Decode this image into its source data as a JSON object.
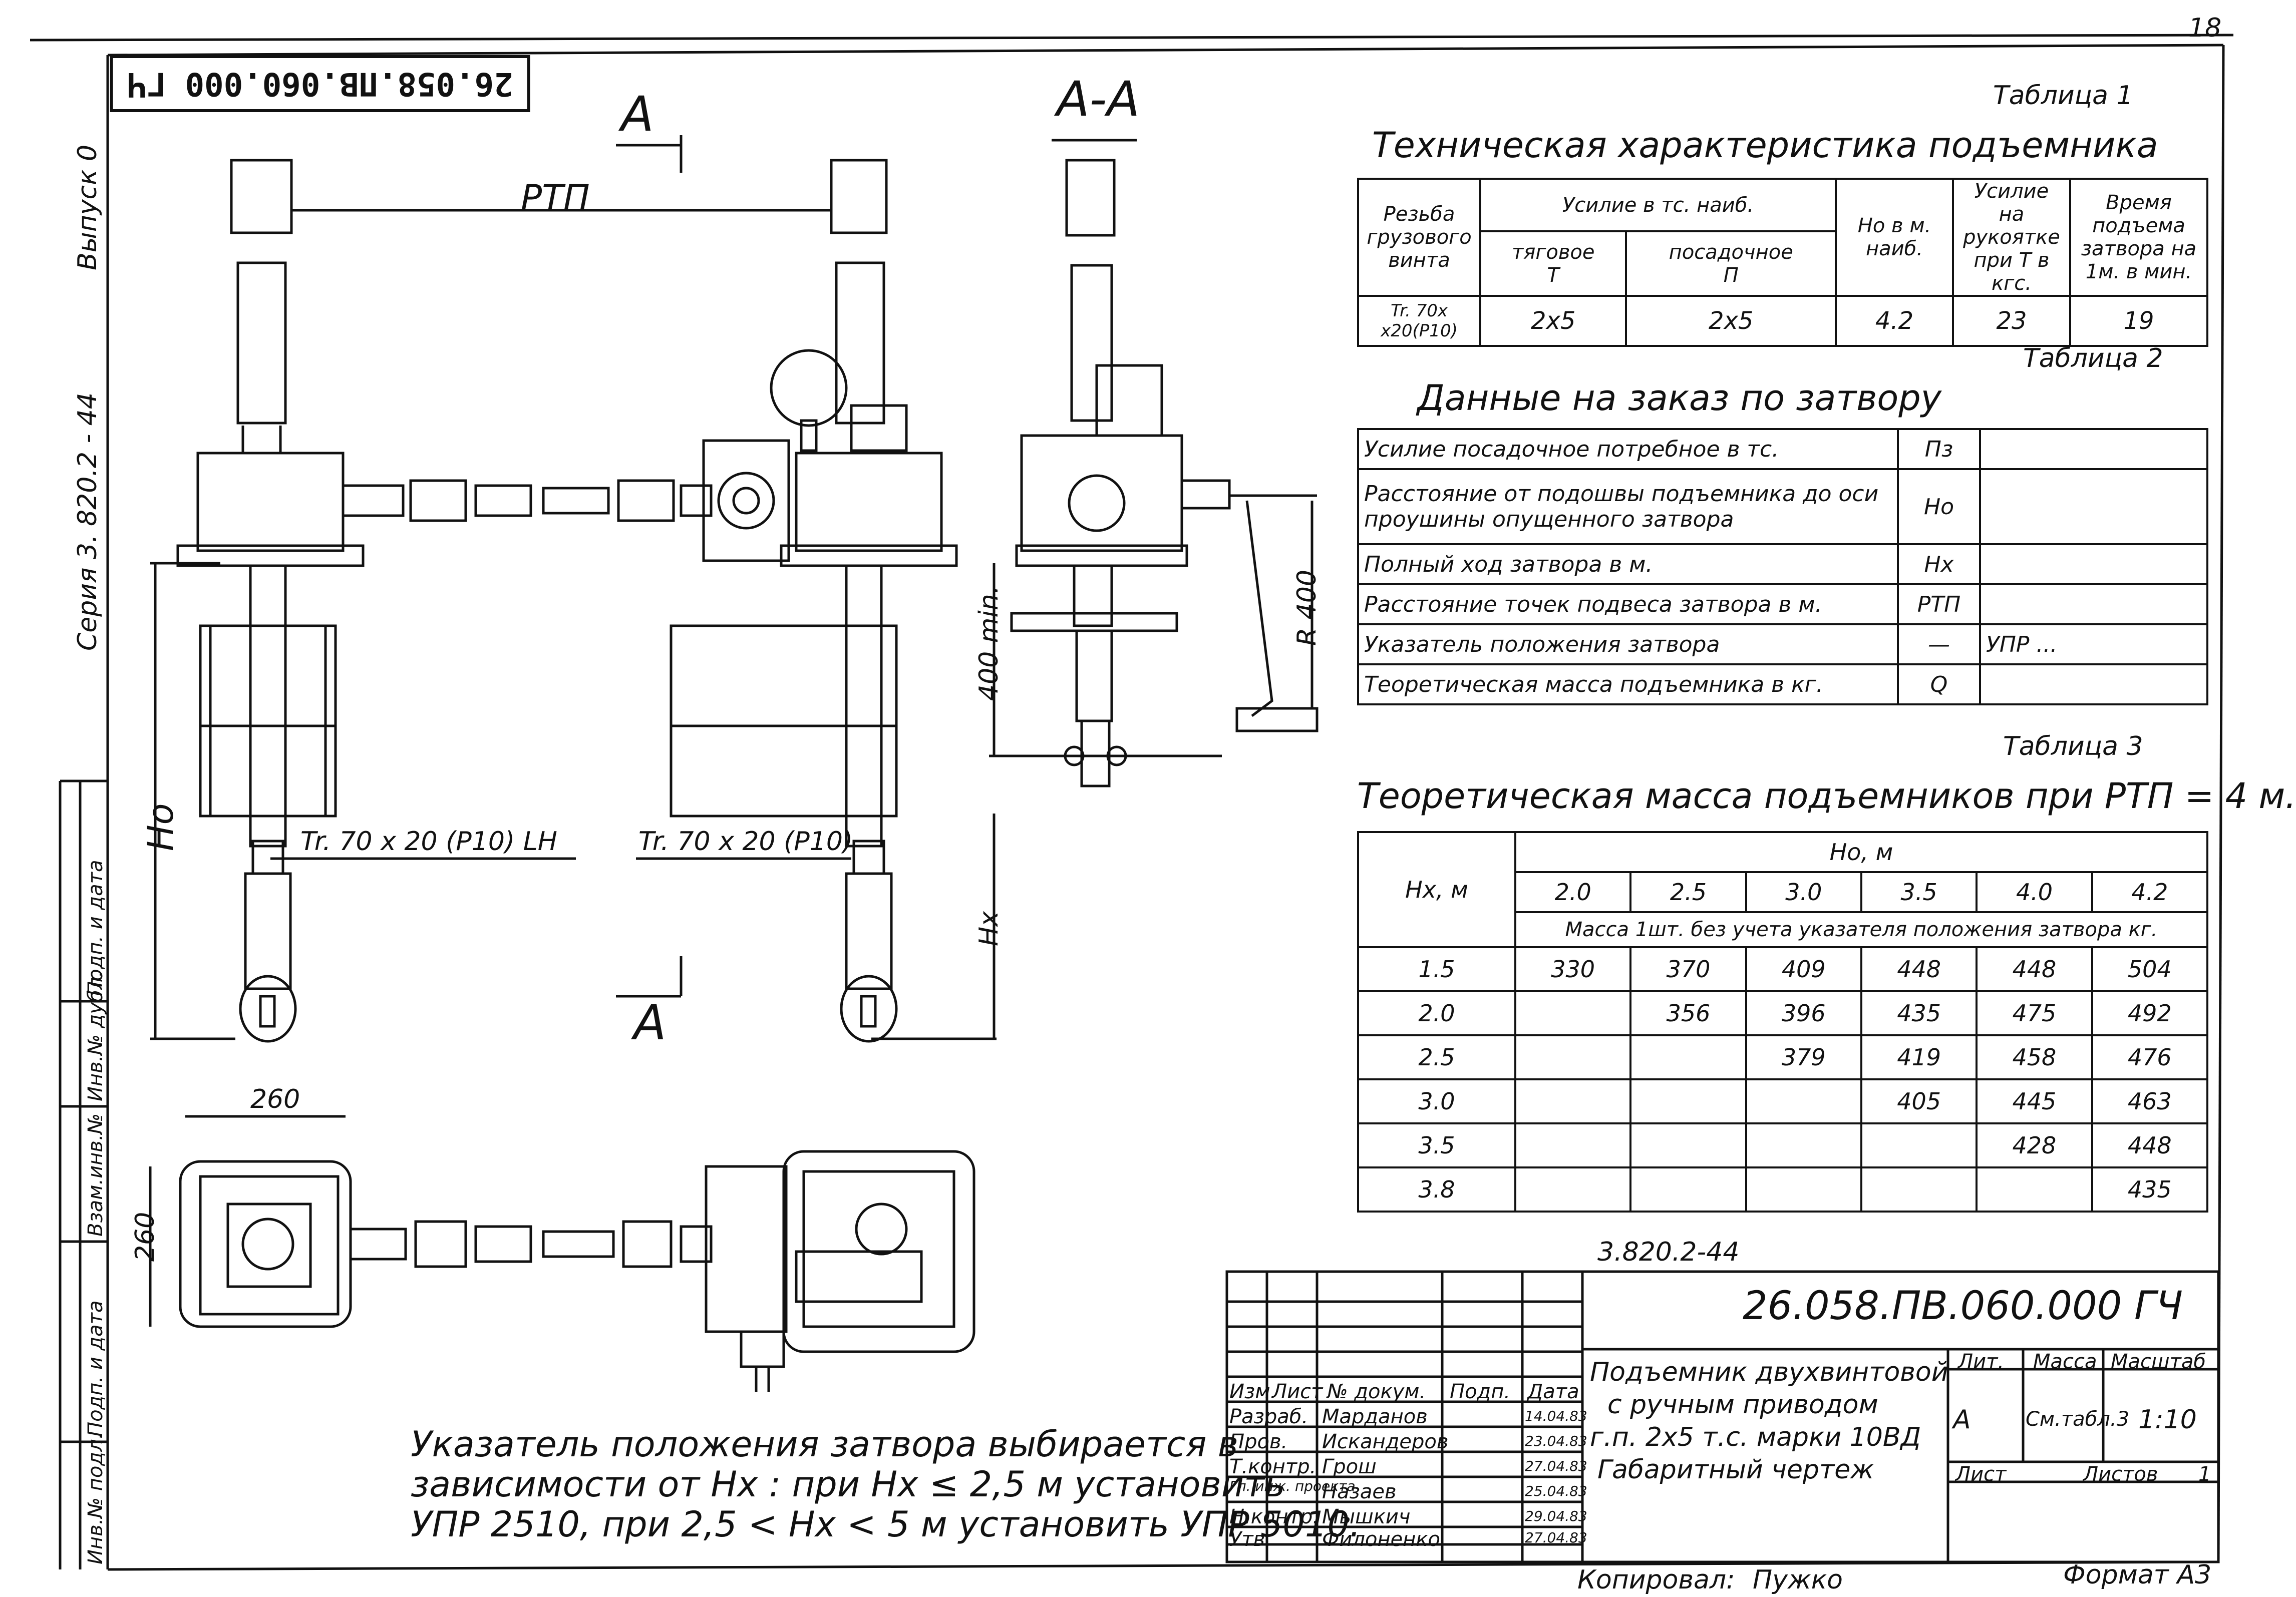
{
  "sheet": {
    "page_number": "18",
    "mirrored_stamp": "26.058.ПВ.060.000 ГЧ",
    "left_margin": {
      "vypusk": "Выпуск 0",
      "seriya": "Серия 3. 820.2 - 44",
      "labels": [
        "Подп. и дата",
        "Инв.№ дубл.",
        "Взам.инв.№",
        "Подп. и дата",
        "Инв.№ подл."
      ]
    }
  },
  "drawing": {
    "section_label_a_top": "A",
    "section_label_a_bottom": "A",
    "section_title": "А-А",
    "rtp_label": "РТП",
    "ho_label": "Hо",
    "hx_label": "Hх",
    "dim_400": "400 min.",
    "dim_r400": "R 400",
    "thread_left": "Tr. 70 x 20 (P10) LH",
    "thread_right": "Tr. 70 x 20 (P10)",
    "dim_260_h": "260",
    "dim_260_v": "260"
  },
  "note": {
    "lines": [
      "Указатель положения затвора выбирается в",
      "зависимости от Hх : при Hх ≤ 2,5 м установить",
      "УПР 2510, при 2,5 < Hх < 5 м установить УПР 5010."
    ]
  },
  "table1": {
    "caption": "Таблица 1",
    "title": "Техническая характеристика подъемника",
    "h_rezba": "Резьба грузового винта",
    "h_usilie": "Усилие в тс. наиб.",
    "h_tyag": "тяговое",
    "h_tyag_sym": "T",
    "h_posad": "посадочное",
    "h_posad_sym": "П",
    "h_ho": "Hо в м. наиб.",
    "h_ruk": "Усилие на рукоятке при T в кгс.",
    "h_time": "Время подъема затвора на 1м. в мин.",
    "v_rezba": "Tr. 70x x20(P10)",
    "v_tyag": "2x5",
    "v_posad": "2x5",
    "v_ho": "4.2",
    "v_ruk": "23",
    "v_time": "19"
  },
  "table2": {
    "caption": "Таблица 2",
    "title": "Данные на заказ по затвору",
    "rows": [
      {
        "name": "Усилие посадочное потребное в тс.",
        "sym": "Пз",
        "val": ""
      },
      {
        "name": "Расстояние от подошвы подъемника до оси проушины опущенного затвора",
        "sym": "Hо",
        "val": ""
      },
      {
        "name": "Полный ход затвора в м.",
        "sym": "Hх",
        "val": ""
      },
      {
        "name": "Расстояние точек подвеса затвора в м.",
        "sym": "РТП",
        "val": ""
      },
      {
        "name": "Указатель положения затвора",
        "sym": "—",
        "val": "УПР ..."
      },
      {
        "name": "Теоретическая масса подъемника в кг.",
        "sym": "Q",
        "val": ""
      }
    ]
  },
  "table3": {
    "caption": "Таблица 3",
    "title": "Теоретическая масса подъемников при РТП = 4 м.",
    "h_hx": "Hх, м",
    "h_ho": "Hо, м",
    "h_mass": "Масса 1шт. без учета указателя положения затвора кг.",
    "ho_values": [
      "2.0",
      "2.5",
      "3.0",
      "3.5",
      "4.0",
      "4.2"
    ],
    "rows": [
      {
        "hx": "1.5",
        "v": [
          "330",
          "370",
          "409",
          "448",
          "448",
          "504"
        ]
      },
      {
        "hx": "2.0",
        "v": [
          "",
          "356",
          "396",
          "435",
          "475",
          "492"
        ]
      },
      {
        "hx": "2.5",
        "v": [
          "",
          "",
          "379",
          "419",
          "458",
          "476"
        ]
      },
      {
        "hx": "3.0",
        "v": [
          "",
          "",
          "",
          "405",
          "445",
          "463"
        ]
      },
      {
        "hx": "3.5",
        "v": [
          "",
          "",
          "",
          "",
          "428",
          "448"
        ]
      },
      {
        "hx": "3.8",
        "v": [
          "",
          "",
          "",
          "",
          "",
          "435"
        ]
      }
    ]
  },
  "title_block": {
    "series": "3.820.2-44",
    "doc_number": "26.058.ПВ.060.000 ГЧ",
    "name_lines": [
      "Подъемник двухвинтовой",
      "с ручным приводом",
      "г.п. 2x5 т.с. марки 10ВД",
      "Габаритный чертеж"
    ],
    "h_izm": "Изм.",
    "h_list": "Лист",
    "h_doc": "№ докум.",
    "h_podp": "Подп.",
    "h_date": "Дата",
    "roles": [
      {
        "role": "Разраб.",
        "name": "Марданов",
        "date": "14.04.83"
      },
      {
        "role": "Пров.",
        "name": "Искандеров",
        "date": "23.04.83"
      },
      {
        "role": "Т.контр.",
        "name": "Грош",
        "date": "27.04.83"
      },
      {
        "role": "Гл. инж. проекта",
        "name": "Назаев",
        "date": "25.04.83"
      },
      {
        "role": "Н.контр.",
        "name": "Мышкич",
        "date": "29.04.83"
      },
      {
        "role": "Утв.",
        "name": "Филоненко",
        "date": "27.04.83"
      }
    ],
    "h_lit": "Лит.",
    "h_massa": "Масса",
    "h_masshtab": "Масштаб",
    "v_lit": "А",
    "v_massa": "См.табл.3",
    "v_masshtab": "1:10",
    "h_sheet": "Лист",
    "h_sheets": "Листов",
    "v_sheets": "1"
  },
  "footer": {
    "copied_label": "Копировал:",
    "copied_name": "Пужко",
    "format": "Формат А3"
  }
}
